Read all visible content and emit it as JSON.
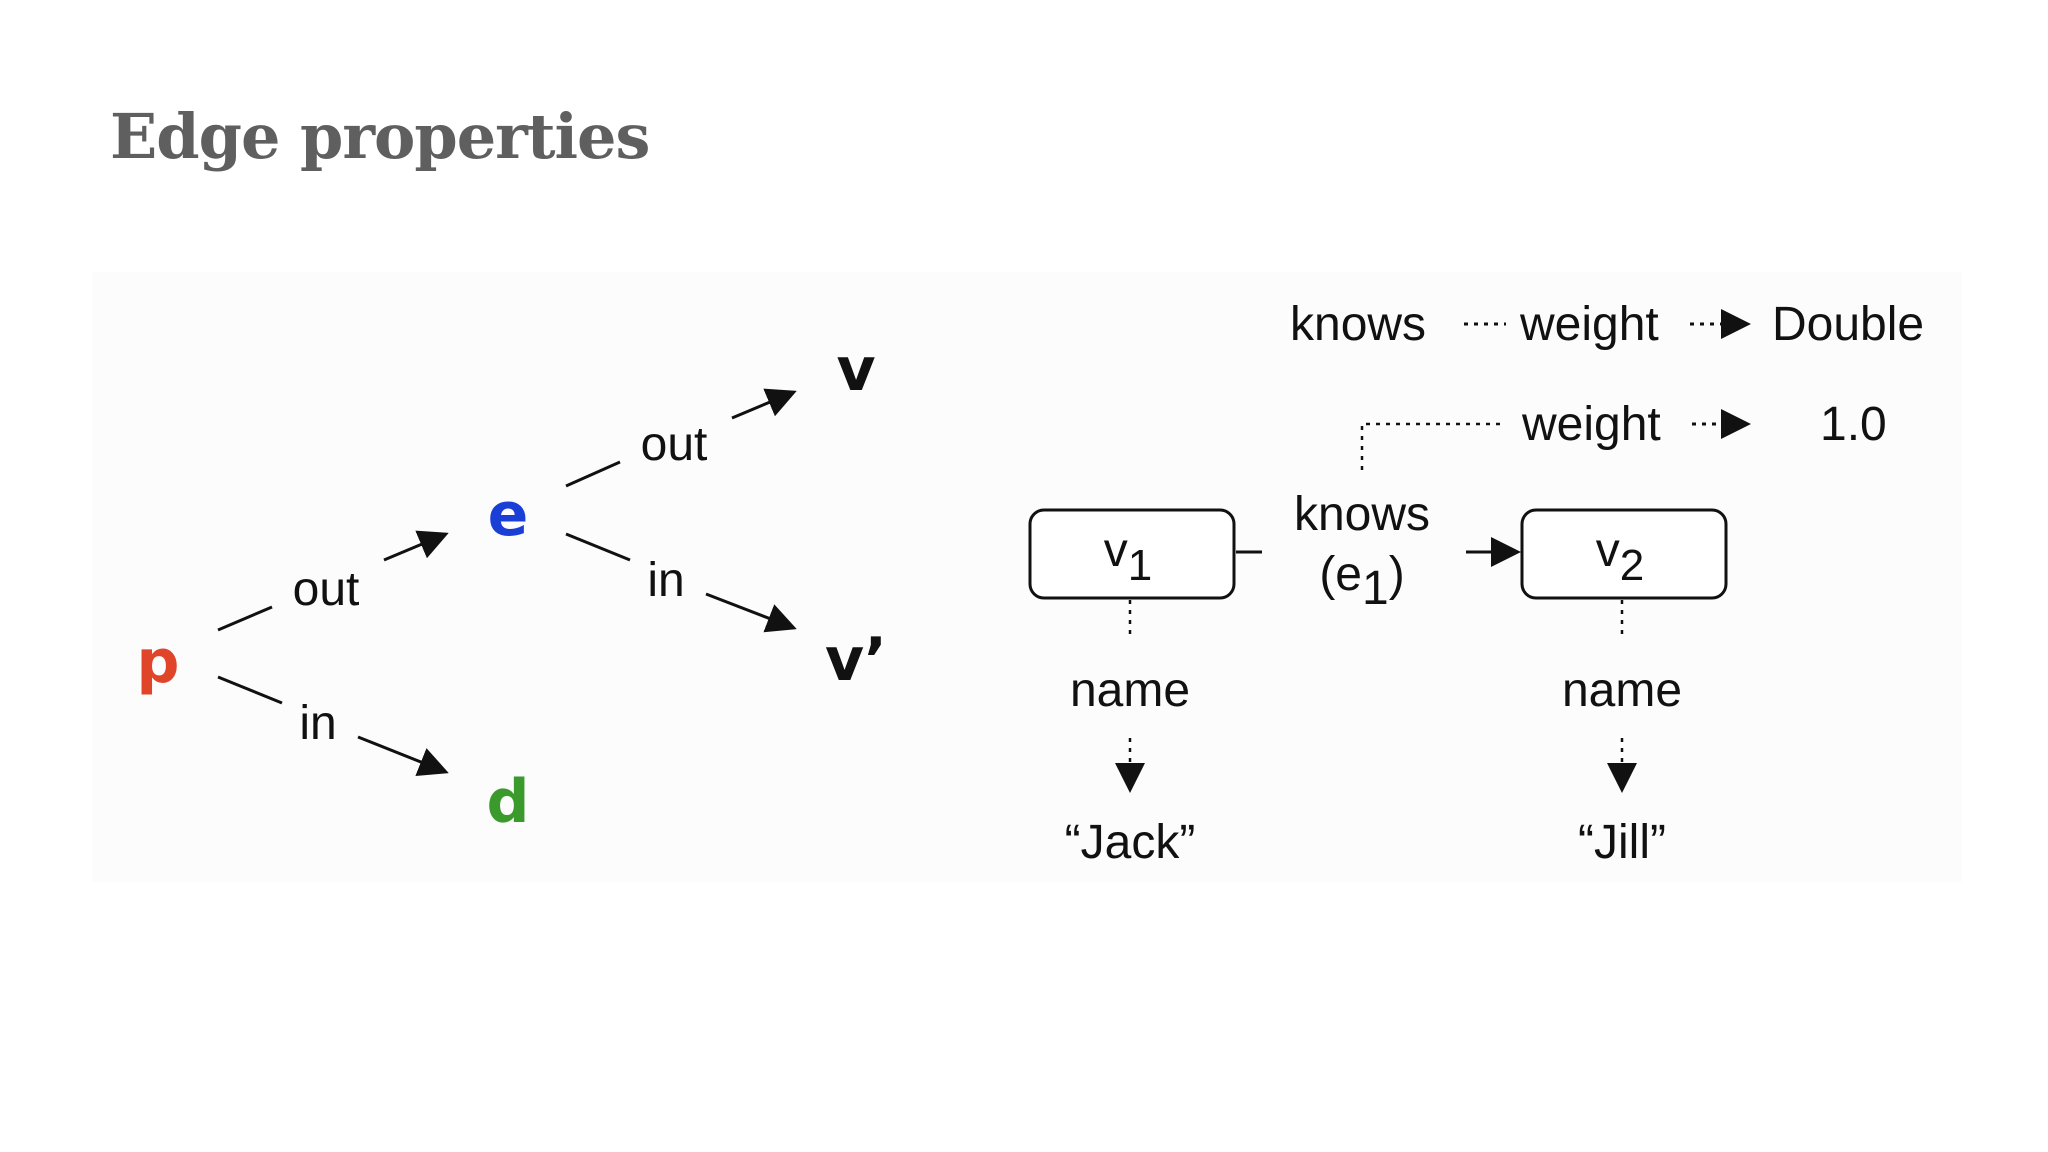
{
  "title": "Edge properties",
  "traversal": {
    "nodes": {
      "p": {
        "label": "p",
        "color": "#e0452a"
      },
      "e": {
        "label": "e",
        "color": "#1a3fd6"
      },
      "d": {
        "label": "d",
        "color": "#3a9a2c"
      },
      "v": {
        "label": "v",
        "color": "#111111"
      },
      "v_prime": {
        "label": "v’",
        "color": "#111111"
      }
    },
    "edges": {
      "p_e": "out",
      "p_d": "in",
      "e_v": "out",
      "e_v_prime": "in"
    }
  },
  "schema": {
    "edge_label": {
      "text": "knows",
      "color": "#1a3fd6"
    },
    "property_key": {
      "text": "weight",
      "color": "#e0452a"
    },
    "data_type": {
      "text": "Double",
      "color": "#3a9a2c"
    }
  },
  "instance": {
    "property_key": "weight",
    "property_value": "1.0",
    "edge_label": "knows",
    "edge_id_open": "(e",
    "edge_id_sub": "1",
    "edge_id_close": ")",
    "vertex1": {
      "base": "v",
      "sub": "1",
      "property": "name",
      "value": "“Jack”"
    },
    "vertex2": {
      "base": "v",
      "sub": "2",
      "property": "name",
      "value": "“Jill”"
    }
  }
}
